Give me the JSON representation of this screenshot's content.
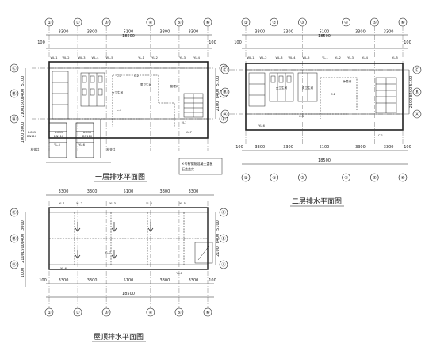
{
  "titles": {
    "plan1": "一层排水平面图",
    "plan2": "二层排水平面图",
    "plan3": "屋顶排水平面图"
  },
  "axes": {
    "cols": [
      "①",
      "②",
      "③",
      "④",
      "⑤",
      "⑥"
    ],
    "rows": [
      "Ⓒ",
      "Ⓑ",
      "Ⓐ"
    ]
  },
  "dims": {
    "bays": [
      "3300",
      "3300",
      "5100",
      "3300",
      "3300"
    ],
    "total": "18500",
    "side_small": "100",
    "left_v1": [
      "5100",
      "8400",
      "1500",
      "2100",
      "3000",
      "1000"
    ],
    "right_v1": [
      "5100",
      "8400",
      "2100"
    ],
    "left_v3": [
      "3000",
      "8400",
      "1500",
      "2100",
      "1000"
    ],
    "right_v3": [
      "5100",
      "8400",
      "2100"
    ]
  },
  "plan1": {
    "rooms": [
      "男卫生间",
      "女卫生间",
      "管理间"
    ],
    "pipes": [
      "WL-1",
      "WL-2",
      "WL-3",
      "WL-4",
      "WL-5",
      "YL-1",
      "YL-2",
      "YL-3",
      "YL-4",
      "YL-5",
      "YL-6",
      "YL-7",
      "C-1",
      "C-2",
      "C-3",
      "M-1"
    ],
    "inspect_labels": [
      "8.835",
      "DN110",
      "8.835",
      "DN110",
      "8.835",
      "DN110"
    ],
    "wells": [
      "检查井",
      "检查井"
    ],
    "note": [
      "×号有钢筋混凝土盖板",
      "石盖盖实"
    ]
  },
  "plan2": {
    "rooms": [
      "女卫生间",
      "男卫生间",
      "休息间"
    ],
    "pipes": [
      "WL-1",
      "WL-2",
      "WL-3",
      "WL-4",
      "WL-5",
      "YL-1",
      "YL-2",
      "YL-3",
      "YL-4",
      "YL-5",
      "YL-6",
      "C-1",
      "C-2",
      "C-3"
    ]
  },
  "plan3": {
    "pipes": [
      "YL-1",
      "YL-2",
      "YL-3",
      "YL-4",
      "YL-5",
      "YL-6",
      "YL-7",
      "YL-8"
    ]
  }
}
